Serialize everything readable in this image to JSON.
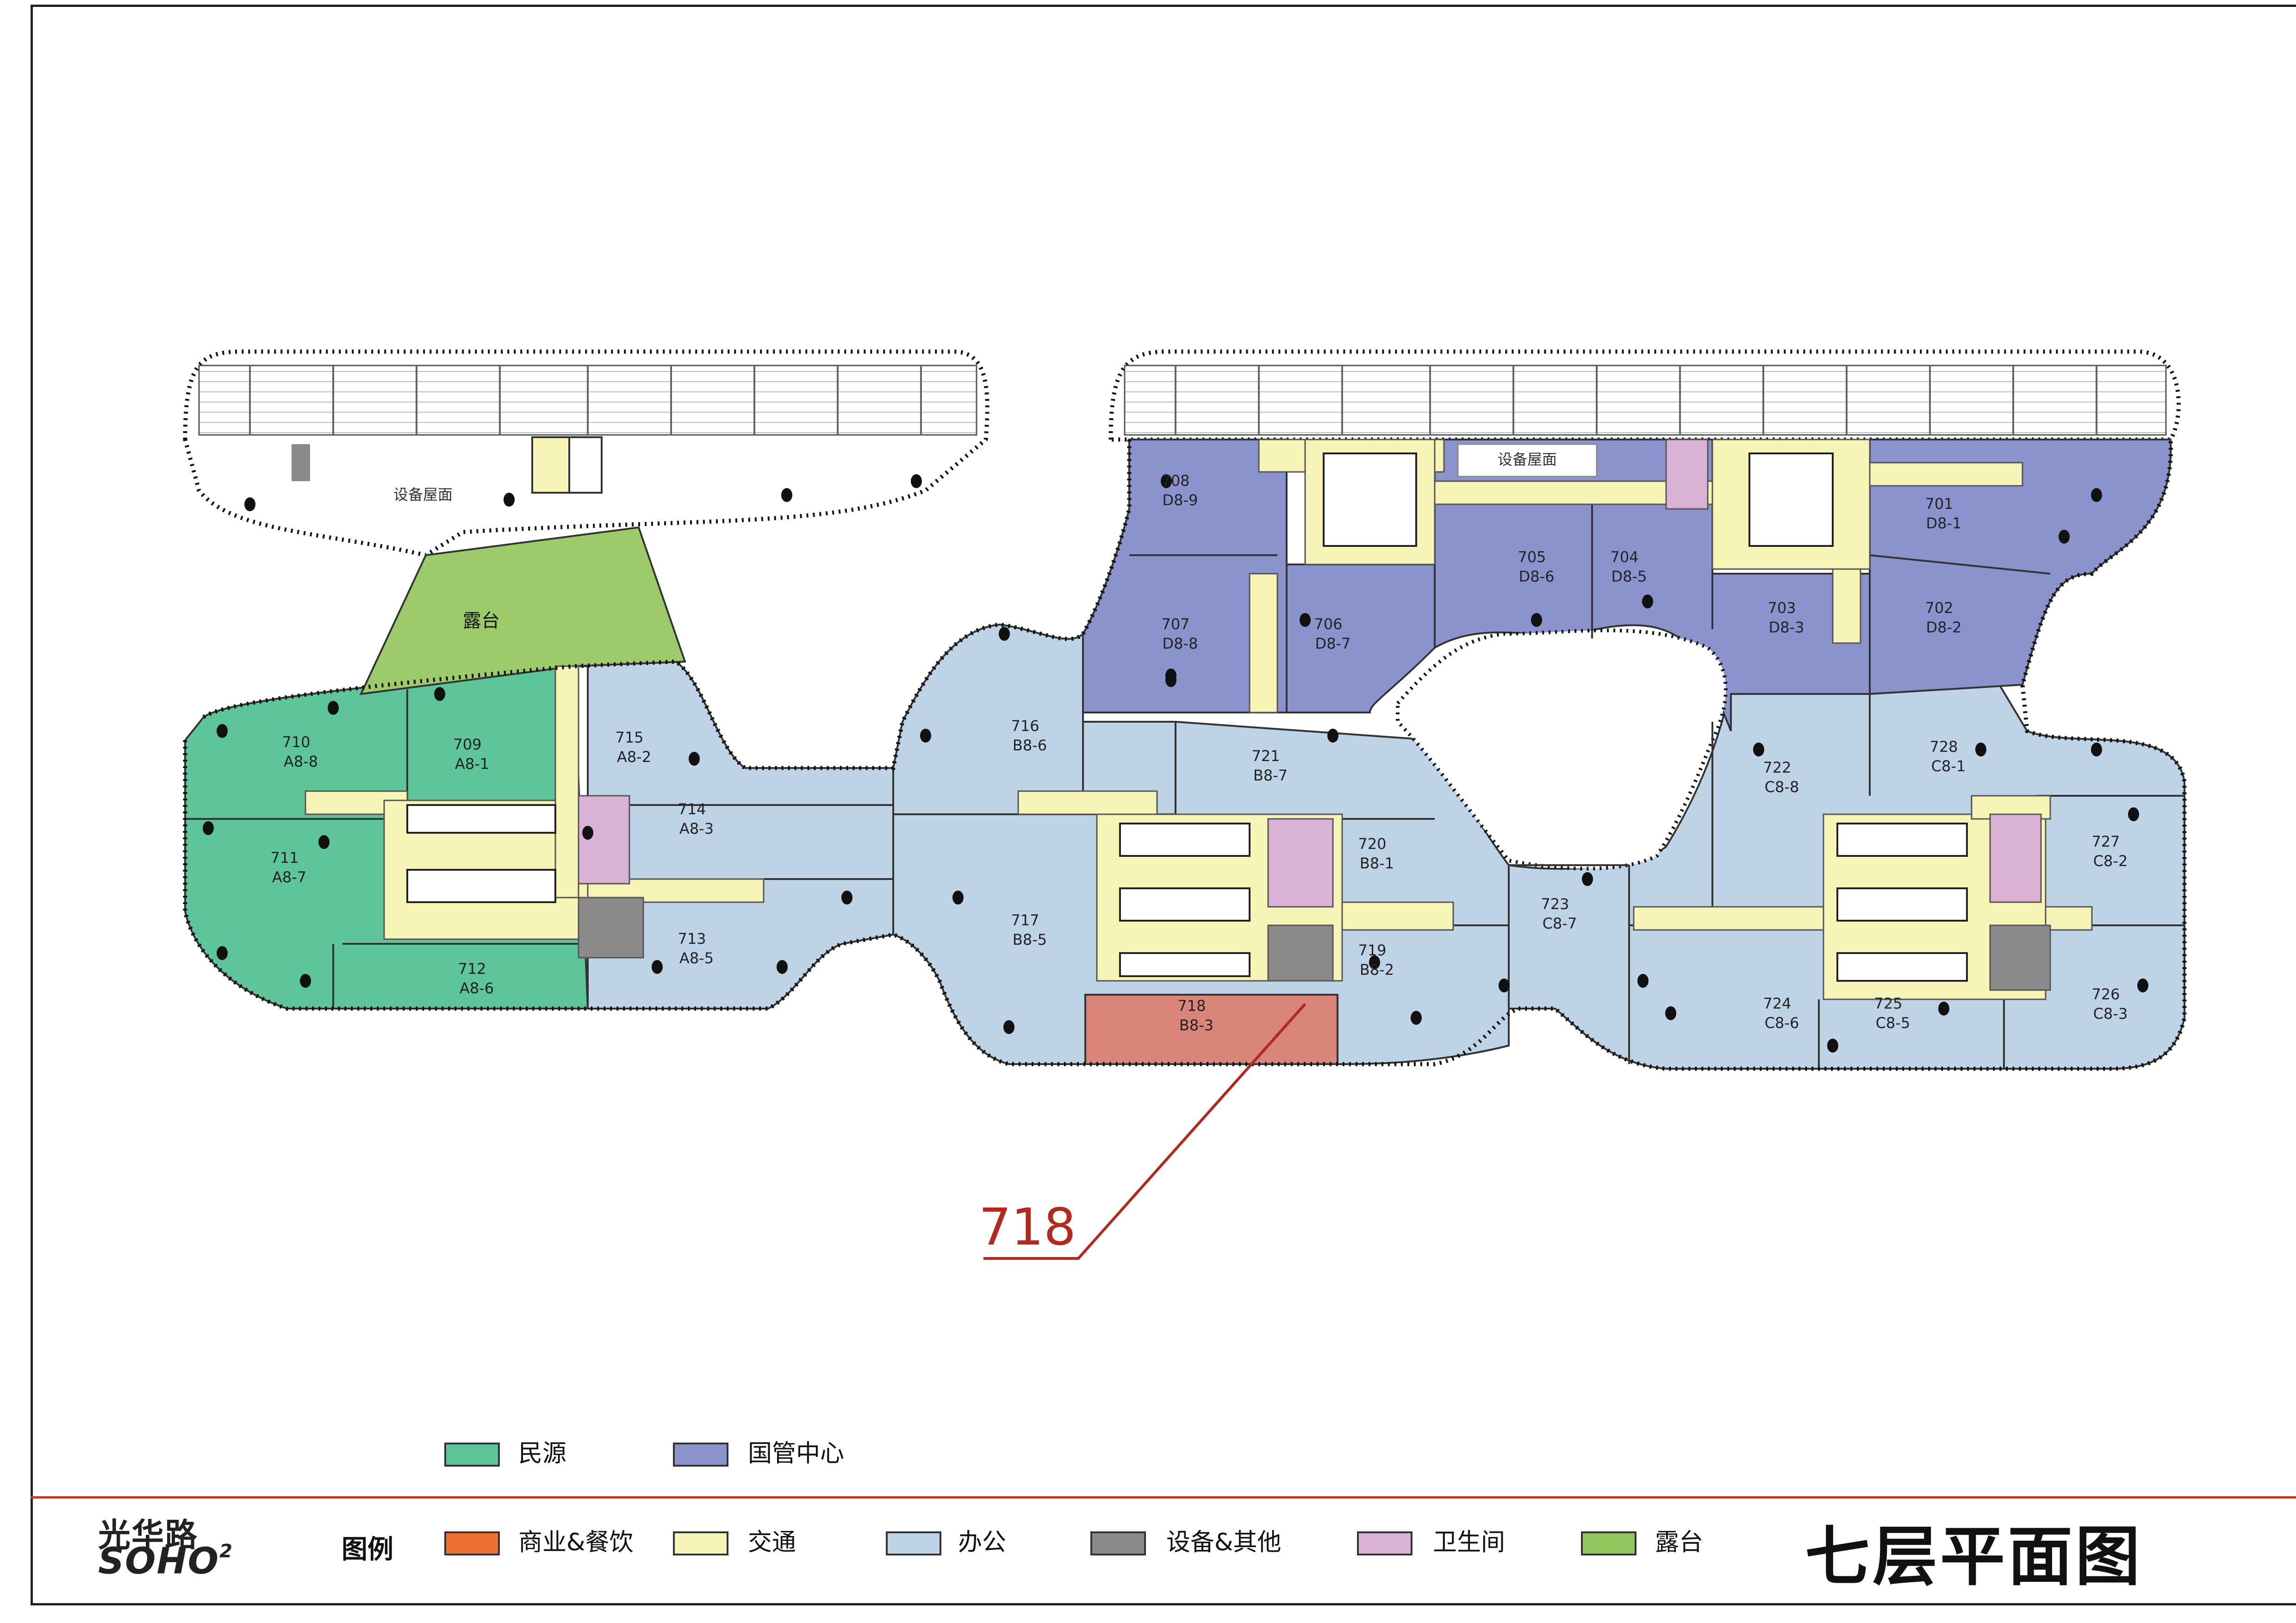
{
  "title": "七层平面图",
  "logo": {
    "line1": "光华路",
    "line2": "SOHO",
    "superscript": "2"
  },
  "callout": {
    "label": "718"
  },
  "legend_title": "图例",
  "legend_top": [
    {
      "label": "民源",
      "color": "#5ec49a"
    },
    {
      "label": "国管中心",
      "color": "#8b93cc"
    }
  ],
  "legend_bottom": [
    {
      "label": "商业&餐饮",
      "color": "#f07034"
    },
    {
      "label": "交通",
      "color": "#f7f4b8"
    },
    {
      "label": "办公",
      "color": "#bed3e6"
    },
    {
      "label": "设备&其他",
      "color": "#8a8a8a"
    },
    {
      "label": "卫生间",
      "color": "#d9b2d6"
    },
    {
      "label": "露台",
      "color": "#8fc75e"
    }
  ],
  "labels": {
    "equipment_roof": "设备屋面",
    "terrace": "露台"
  },
  "colors": {
    "minyuan": "#5ec49a",
    "guoguan": "#8b93cc",
    "office": "#bed3e6",
    "traffic": "#f7f4b8",
    "toilet": "#d9b2d6",
    "equipment": "#8a8a8a",
    "terrace": "#9dcb6b",
    "highlight": "#d9857a",
    "callout_line": "#b02a1e"
  },
  "units": [
    {
      "num": "701",
      "code": "D8-1"
    },
    {
      "num": "702",
      "code": "D8-2"
    },
    {
      "num": "703",
      "code": "D8-3"
    },
    {
      "num": "704",
      "code": "D8-5"
    },
    {
      "num": "705",
      "code": "D8-6"
    },
    {
      "num": "706",
      "code": "D8-7"
    },
    {
      "num": "707",
      "code": "D8-8"
    },
    {
      "num": "708",
      "code": "D8-9"
    },
    {
      "num": "709",
      "code": "A8-1"
    },
    {
      "num": "710",
      "code": "A8-8"
    },
    {
      "num": "711",
      "code": "A8-7"
    },
    {
      "num": "712",
      "code": "A8-6"
    },
    {
      "num": "713",
      "code": "A8-5"
    },
    {
      "num": "714",
      "code": "A8-3"
    },
    {
      "num": "715",
      "code": "A8-2"
    },
    {
      "num": "716",
      "code": "B8-6"
    },
    {
      "num": "717",
      "code": "B8-5"
    },
    {
      "num": "718",
      "code": "B8-3"
    },
    {
      "num": "719",
      "code": "B8-2"
    },
    {
      "num": "720",
      "code": "B8-1"
    },
    {
      "num": "721",
      "code": "B8-7"
    },
    {
      "num": "722",
      "code": "C8-8"
    },
    {
      "num": "723",
      "code": "C8-7"
    },
    {
      "num": "724",
      "code": "C8-6"
    },
    {
      "num": "725",
      "code": "C8-5"
    },
    {
      "num": "726",
      "code": "C8-3"
    },
    {
      "num": "727",
      "code": "C8-2"
    },
    {
      "num": "728",
      "code": "C8-1"
    }
  ]
}
